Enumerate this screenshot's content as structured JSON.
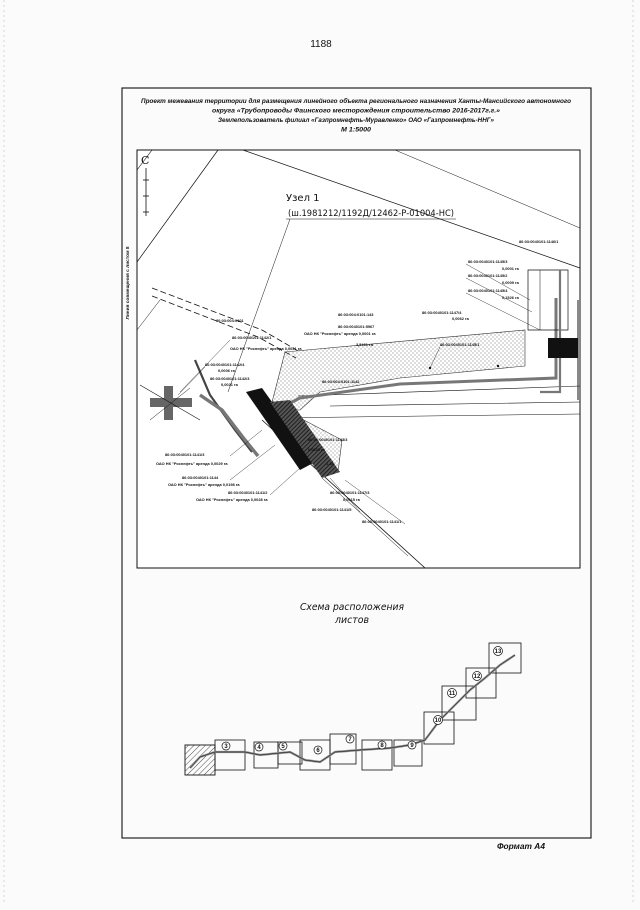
{
  "page_number": "1188",
  "title": {
    "line1": "Проект межевания территории для размещения линейного объекта регионального назначения Ханты-Мансийского автономного",
    "line2": "округа «Трубопроводы Фаинского месторождения строительство 2016-2017г.г.»",
    "line3": "Землепользователь филиал «Газпромнефть-Муравленко» ОАО «Газпромнефть-ННГ»",
    "scale": "М 1:5000"
  },
  "map": {
    "north_label": "С",
    "node_title": "Узел 1",
    "node_code": "(ш.1981212/1192Д/12462-Р-01004-НС)",
    "match_line": "Линия совмещения с листом 8",
    "labels": [
      "86:03:0040101:1146/1",
      "86:03:0040101:1145/3",
      "0,0001 га",
      "86:03:0040101:1145/2",
      "0,0009 га",
      "86:03:0040101:1145/4",
      "0,1526 га",
      "86:03:0040101:1147/4",
      "0,0062 га",
      "86:03:004:0101",
      "86:03:004:0101:143",
      "86:03:0040101:5967",
      "ОАО НК \"Роснефть\" аренда 0,0001 га",
      "86:03:0040101:1142/1",
      "3,5461 га",
      "ОАО НК \"Роснефть\" аренда 0,0021 га",
      "86:03:0040101:1145/1",
      "86:03:0040101:1142/4",
      "0,0006 га",
      "86:03:0040101:1142/3",
      "0,0021 га",
      "86:03:004:0101:1142",
      "86:03:0040101:1143/3",
      "0,0029 га",
      "86:03:0040101:1141/3",
      "ОАО НК \"Роснефть\" аренда 0,0029 га",
      "1,48",
      "86:03:0040101:1144",
      "ОАО НК \"Роснефть\" аренда 0,0198 га",
      "86:03:0040101:1141/2",
      "ОАО НК \"Роснефть\" аренда 0,0028 га",
      "86:03:0040101:1147/3",
      "0,0015 га",
      "86:03:0040101:1141/5",
      "86:03:0040101:1141/1"
    ]
  },
  "scheme": {
    "title_line1": "Схема расположения",
    "title_line2": "листов",
    "sheets": [
      "3",
      "4",
      "5",
      "6",
      "7",
      "8",
      "9",
      "10",
      "11",
      "12",
      "13"
    ]
  },
  "format_label": "Формат А4",
  "colors": {
    "ink": "#111111",
    "gray": "#777777",
    "paper": "#fbfbfb"
  }
}
